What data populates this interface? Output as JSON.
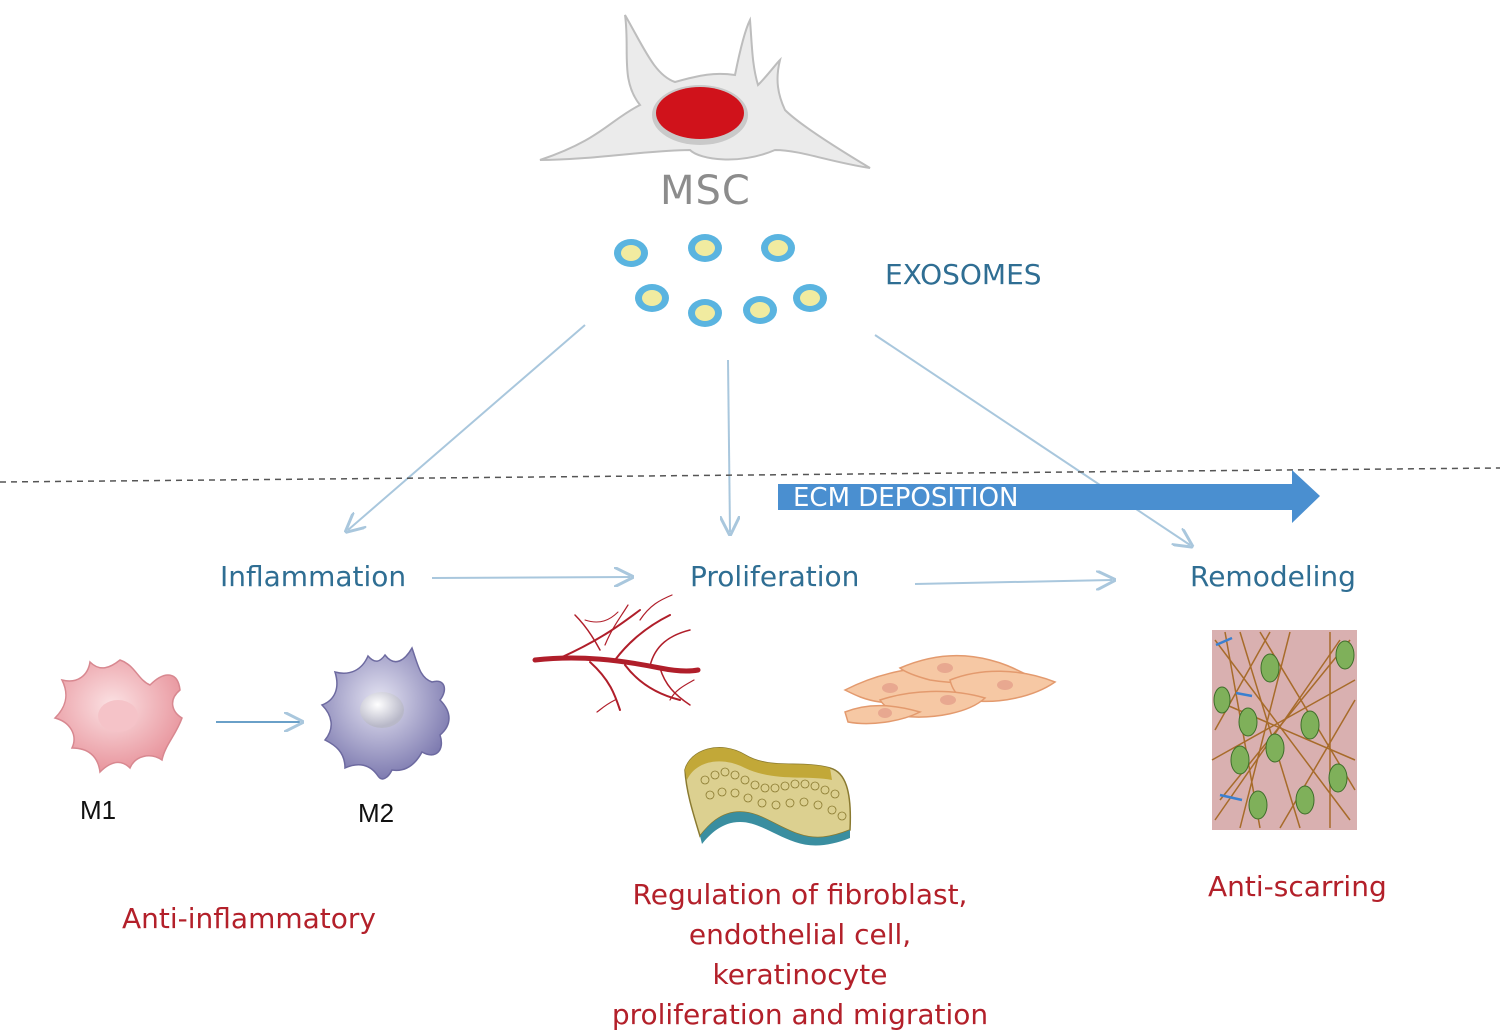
{
  "labels": {
    "msc": "MSC",
    "exosomes": "EXOSOMES",
    "ecm_deposition": "ECM DEPOSITION",
    "stages": [
      "Inflammation",
      "Proliferation",
      "Remodeling"
    ],
    "m1": "M1",
    "m2": "M2",
    "effects": {
      "anti_inflammatory": "Anti-inflammatory",
      "regulation_line1": "Regulation of fibroblast,",
      "regulation_line2": "endothelial cell, keratinocyte",
      "regulation_line3": "proliferation and migration",
      "anti_scarring": "Anti-scarring"
    }
  },
  "colors": {
    "stage_text": "#2f6e93",
    "effect_text": "#b3202a",
    "ecm_arrow": "#4a8fd0",
    "msc_nucleus": "#d0121b",
    "exosome_ring": "#5ab4e0",
    "exosome_core": "#f1eba0"
  }
}
